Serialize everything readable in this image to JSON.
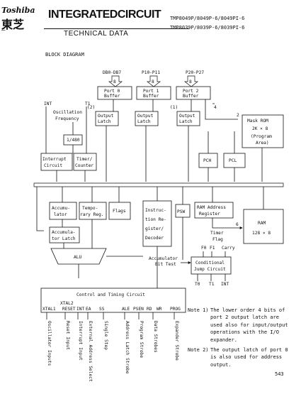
{
  "header": {
    "brand": "Toshiba",
    "kanji": "東芝",
    "title": "INTEGRATEDCIRCUIT",
    "subtitle": "TECHNICAL DATA",
    "part_line1": "TMP8049P/8049P-6/8049PI-6",
    "part_line2": "TMP8039P/8039P-6/8039PI-6",
    "dash": "–"
  },
  "section_title": "BLOCK DIAGRAM",
  "diagram": {
    "ports": {
      "p0_pins": "DB0-DB7",
      "p1_pins": "P10-P11",
      "p2_pins": "P20-P27",
      "bus8": "8",
      "p0_buf1": "Port 0",
      "p0_buf2": "Buffer",
      "p1_buf1": "Port 1",
      "p1_buf2": "Buffer",
      "p2_buf1": "Port 2",
      "p2_buf2": "Buffer"
    },
    "misc": {
      "int": "INT",
      "t1": "T1",
      "osc1": "Oscillation",
      "osc2": "Frequency",
      "div": "1/480",
      "mark2": "(2)",
      "mark1": "(1)",
      "num4": "4",
      "num2": "2",
      "num6": "6"
    },
    "latches": {
      "output": "Output",
      "latch": "Latch"
    },
    "rom": {
      "l1": "Mask ROM",
      "l2": "2K × 8",
      "l3": "(Program",
      "l4": "Area)"
    },
    "blocks": {
      "int1": "Interrupt",
      "int2": "Circuit",
      "tmr1": "Timer/",
      "tmr2": "Counter",
      "pch": "PCH",
      "pcl": "PCL",
      "acc1": "Accumu-",
      "acc2": "lator",
      "tmp1": "Tempo-",
      "tmp2": "rary Reg.",
      "flags": "Flags",
      "ir1": "Instruc-",
      "ir2": "tion Re-",
      "ir3": "gister/",
      "ir4": "Decoder",
      "psw": "PSW",
      "rar1": "RAM Address",
      "rar2": "Register",
      "ram1": "RAM",
      "ram2": "128 × 8",
      "al1": "Accumula-",
      "al2": "tor Latch",
      "alu": "ALU",
      "tf1": "Timer",
      "tf2": "Flag",
      "f0": "F0",
      "f1": "F1",
      "carry": "Carry",
      "abt1": "Accumulator",
      "abt2": "Bit Test",
      "cj1": "Conditional",
      "cj2": "Jump Circuit",
      "t0": "T0",
      "t1b": "T1",
      "intb": "INT"
    },
    "control": {
      "title": "Control and Timing Circuit",
      "xtal2": "XTAL2",
      "pins": [
        "XTAL1",
        "RESET",
        "INT",
        "EA",
        "SS",
        "ALE",
        "PSEN",
        "RD",
        "WR",
        "PROG"
      ],
      "labels": [
        "Oscillator Inputs",
        "Reset Input",
        "Interrupt Input",
        "External Address Select",
        "Single Step",
        "Address Latch Strobe",
        "Program Strobe",
        "Data Strobes",
        "Expander Strobe"
      ]
    }
  },
  "notes": {
    "n1": [
      "Note 1)",
      "The lower order 4 bits of",
      "port 2 output latch are",
      "used  also for input/output",
      "operations with the I/O",
      "expander."
    ],
    "n2": [
      "Note 2)",
      "The output latch of port 0",
      "is also used for address",
      "output."
    ]
  },
  "page_number": "543"
}
